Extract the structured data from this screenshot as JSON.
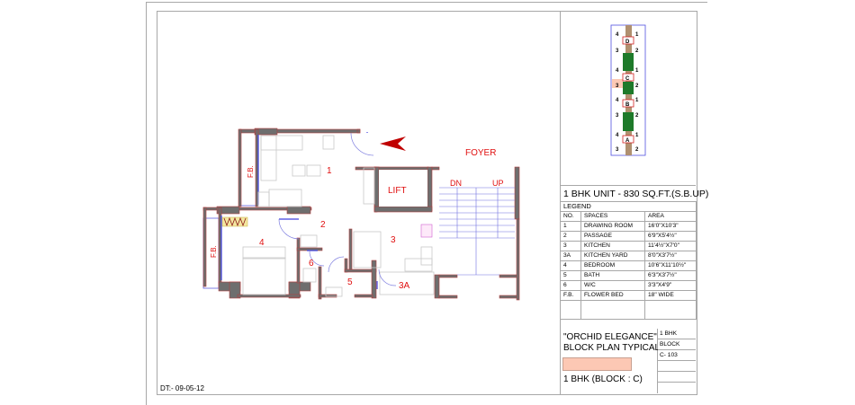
{
  "drawing": {
    "date_label": "DT:- 09-05-12",
    "foyer_label": "FOYER",
    "lift_label": "LIFT",
    "stair_down_label": "DN",
    "stair_up_label": "UP",
    "flower_bed_label": "F.B.",
    "rooms": [
      {
        "id": "1"
      },
      {
        "id": "2"
      },
      {
        "id": "3"
      },
      {
        "id": "3A"
      },
      {
        "id": "4"
      },
      {
        "id": "5"
      },
      {
        "id": "6"
      }
    ],
    "colors": {
      "wall": "#6e6e6e",
      "wall_outline": "#b04040",
      "label": "#e01010",
      "window": "#6060e0",
      "arrow": "#c00000",
      "key_core": "#1e7a2a",
      "key_highlight": "#fcc8b4"
    }
  },
  "key_plan": {
    "blocks": [
      "D",
      "C",
      "B",
      "A"
    ],
    "flat_numbers": [
      "4",
      "1",
      "3",
      "2"
    ],
    "highlighted": {
      "block": "C",
      "flat": "3"
    }
  },
  "title_block": {
    "unit_title": "1 BHK UNIT - 830 SQ.FT.(S.B.UP)",
    "legend_title": "LEGEND",
    "columns": [
      "NO.",
      "SPACES",
      "AREA"
    ],
    "rows": [
      {
        "no": "1",
        "space": "DRAWING ROOM",
        "area": "16'0\"X10'3\""
      },
      {
        "no": "2",
        "space": "PASSAGE",
        "area": "6'9\"X5'4½\""
      },
      {
        "no": "3",
        "space": "KITCHEN",
        "area": "11'4½\"X7'0\""
      },
      {
        "no": "3A",
        "space": "KITCHEN YARD",
        "area": "8'0\"X3'7½\""
      },
      {
        "no": "4",
        "space": "BEDROOM",
        "area": "10'6\"X11'10½\""
      },
      {
        "no": "5",
        "space": "BATH",
        "area": "6'3\"X3'7½\""
      },
      {
        "no": "6",
        "space": "W/C",
        "area": "3'3\"X4'9\""
      },
      {
        "no": "F.B.",
        "space": "FLOWER BED",
        "area": "18\" WIDE"
      }
    ],
    "project_line1": "\"ORCHID ELEGANCE\"",
    "project_line2": "BLOCK PLAN TYPICAL",
    "block_label": "1 BHK (BLOCK : C)",
    "side_cells": [
      "1 BHK",
      "BLOCK",
      "C- 103",
      "",
      "",
      ""
    ]
  }
}
